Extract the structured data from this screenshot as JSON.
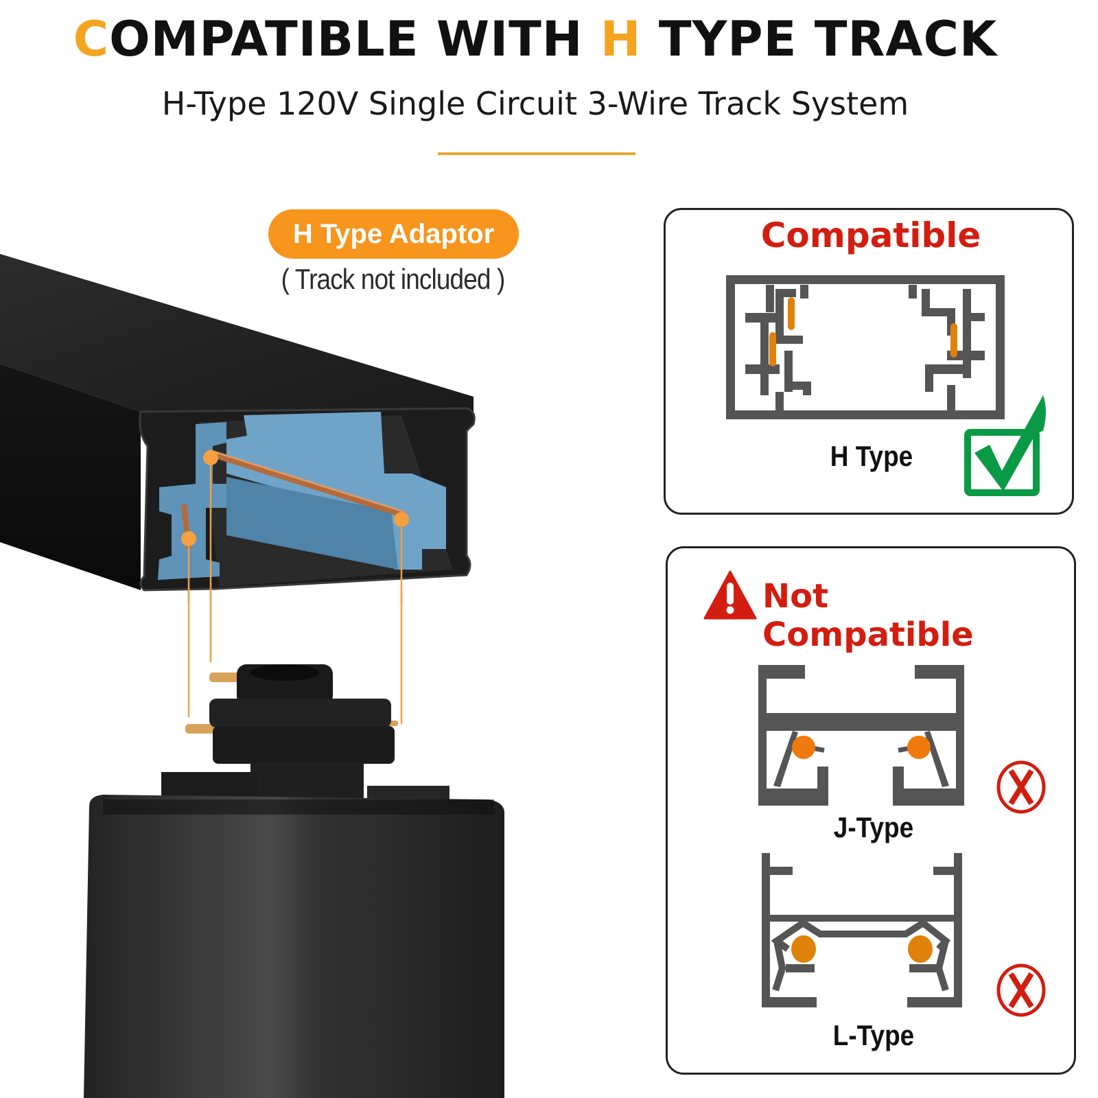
{
  "header": {
    "title_prefix_accent": "C",
    "title_part1": "OMPATIBLE WITH ",
    "title_accent_h": "H",
    "title_part2": " TYPE TRACK",
    "subtitle": "H-Type 120V Single Circuit 3-Wire Track System"
  },
  "product": {
    "badge_label": "H Type Adaptor",
    "note": "( Track not included )",
    "track_image_desc": "black-h-type-track-cutaway-icon",
    "adaptor_image_desc": "black-h-type-track-adaptor-icon"
  },
  "compatible_card": {
    "title": "Compatible",
    "diagram_label": "H Type",
    "status_icon": "green-check-icon"
  },
  "not_compatible_card": {
    "title": "Not Compatible",
    "warning_icon": "warning-triangle-icon",
    "items": [
      {
        "label": "J-Type",
        "status_icon": "red-x-circle-icon"
      },
      {
        "label": "L-Type",
        "status_icon": "red-x-circle-icon"
      }
    ]
  },
  "colors": {
    "accent_orange": "#f5a41f",
    "badge_orange": "#f7951d",
    "title_red": "#d31d10",
    "check_green": "#0a9a45",
    "diagram_gray": "#555555",
    "contact_orange": "#e0820a",
    "insulator_blue": "#5f93b8"
  }
}
